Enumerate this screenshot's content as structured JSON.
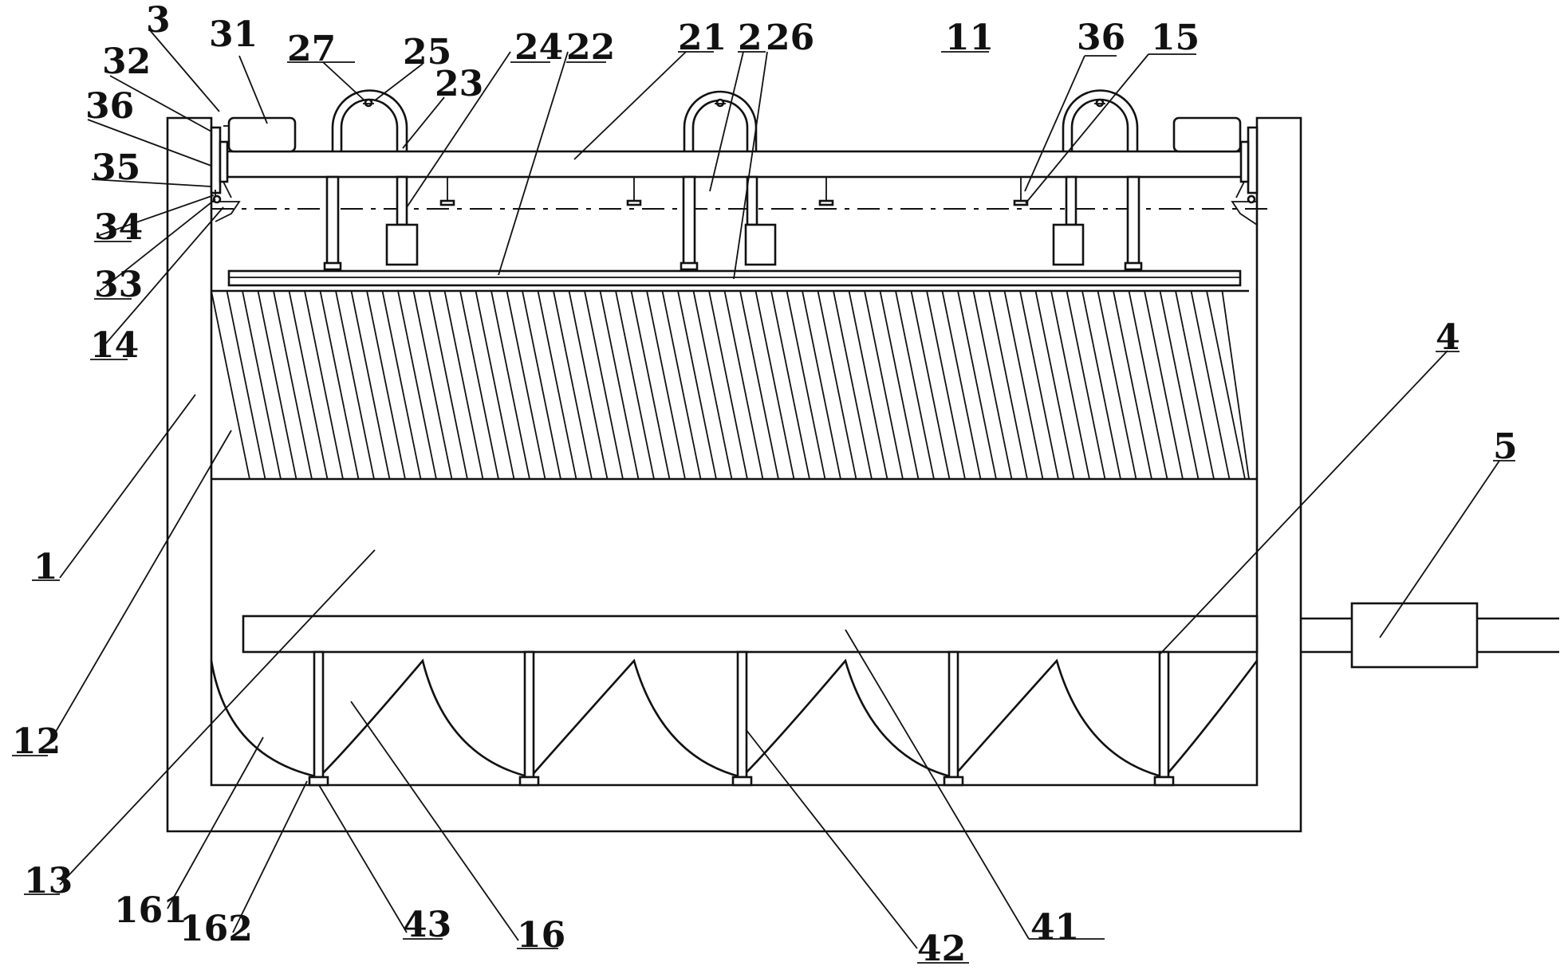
{
  "labels": {
    "l1": "1",
    "l2": "2",
    "l3": "3",
    "l4": "4",
    "l5": "5",
    "l11": "11",
    "l12": "12",
    "l13": "13",
    "l14": "14",
    "l15": "15",
    "l16": "16",
    "l21": "21",
    "l22": "22",
    "l23": "23",
    "l24": "24",
    "l25": "25",
    "l26": "26",
    "l27": "27",
    "l31": "31",
    "l32": "32",
    "l33": "33",
    "l34": "34",
    "l35": "35",
    "l36a": "36",
    "l36b": "36",
    "l41": "41",
    "l42": "42",
    "l43": "43",
    "l161": "161",
    "l162": "162"
  }
}
